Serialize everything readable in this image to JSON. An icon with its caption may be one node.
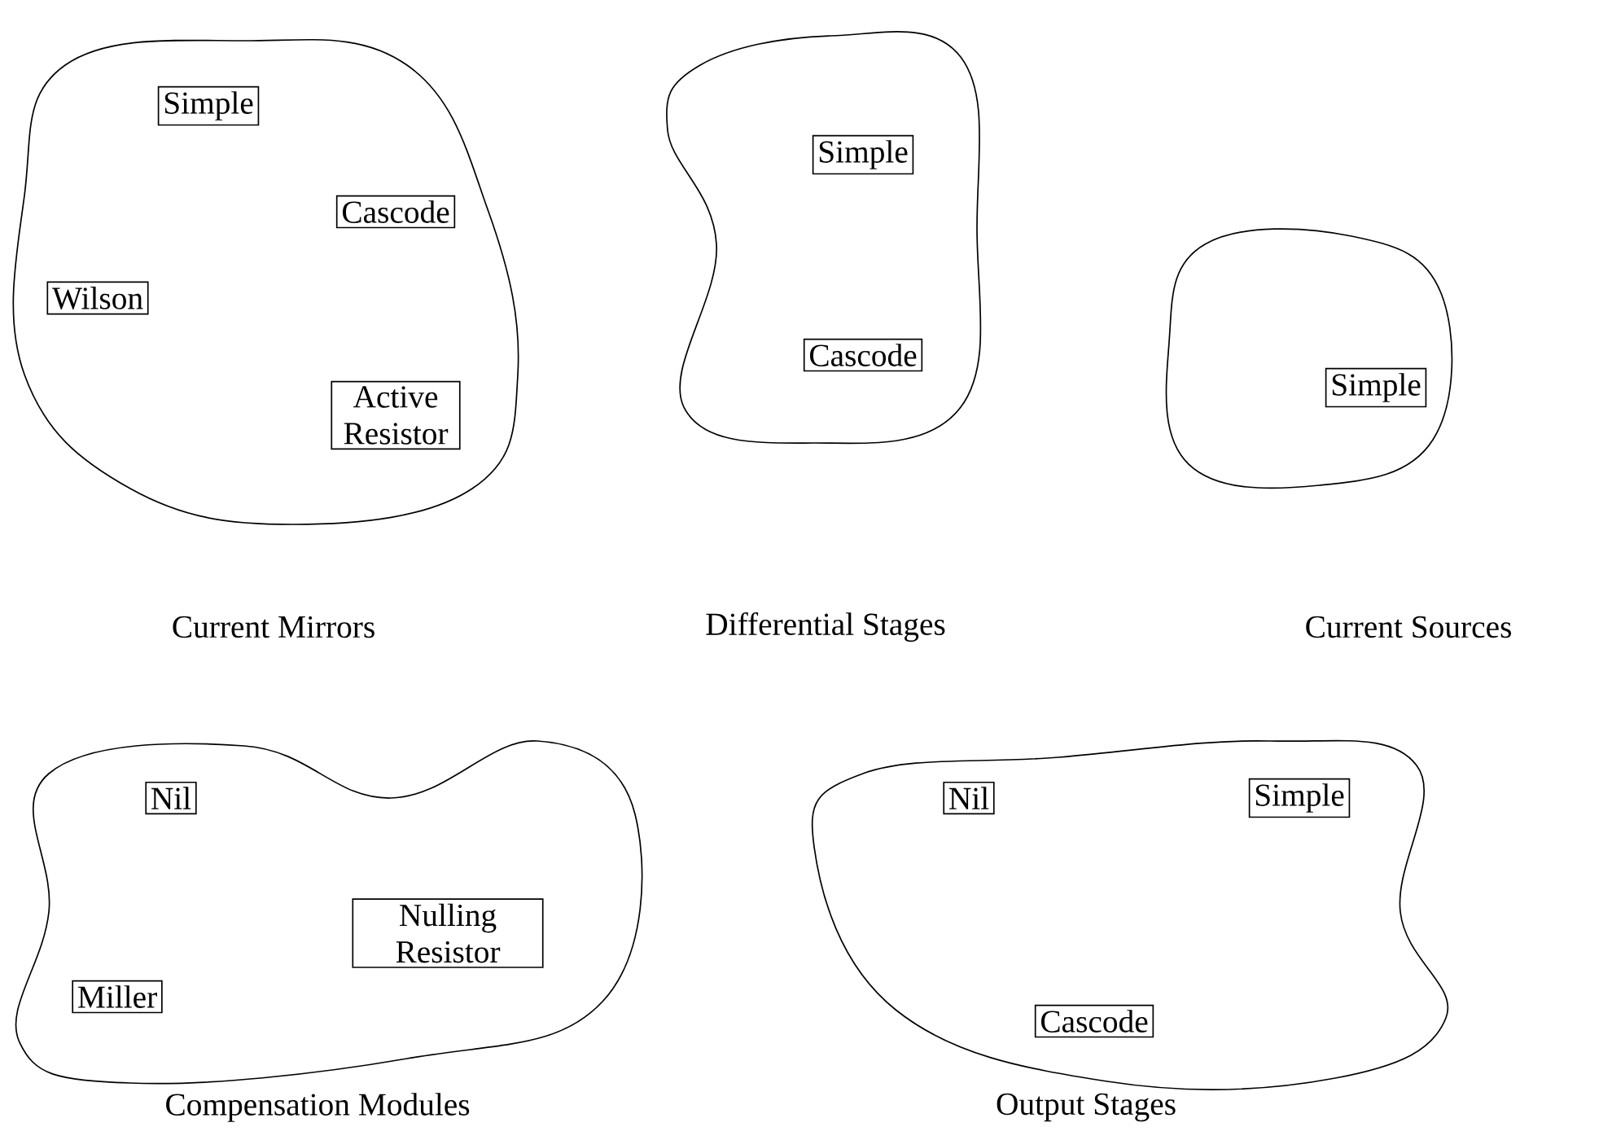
{
  "diagram": {
    "nodes": [
      {
        "text": [],
        "shape": "blob"
      },
      {
        "text": [
          "Simple"
        ],
        "in": 0
      },
      {
        "text": [
          "Cascode"
        ],
        "in": 0
      },
      {
        "text": [
          "Wilson"
        ],
        "in": 0
      },
      {
        "text": [
          "Active Resistor"
        ],
        "in": 0
      },
      {
        "text": [],
        "shape": "blob"
      },
      {
        "text": [
          "Simple"
        ],
        "in": 5
      },
      {
        "text": [
          "Cascode"
        ],
        "in": 5
      },
      {
        "text": [],
        "shape": "blob"
      },
      {
        "text": [
          "Simple"
        ],
        "in": 8
      },
      {
        "text": [],
        "shape": "blob"
      },
      {
        "text": [
          "Nil"
        ],
        "in": 10
      },
      {
        "text": [
          "Nulling Resistor"
        ],
        "in": 10
      },
      {
        "text": [
          "Miller"
        ],
        "in": 10
      },
      {
        "text": [],
        "shape": "blob"
      },
      {
        "text": [
          "Nil"
        ],
        "in": 14
      },
      {
        "text": [
          "Simple"
        ],
        "in": 14
      },
      {
        "text": [
          "Cascode"
        ],
        "in": 14
      }
    ],
    "labels": [
      "Current Mirrors",
      "Differential Stages",
      "Current Sources",
      "Compensation Modules",
      "Output Stages"
    ]
  }
}
